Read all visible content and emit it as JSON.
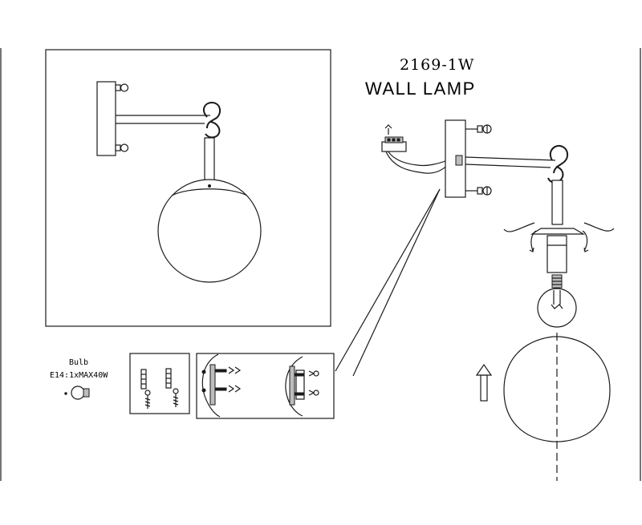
{
  "header": {
    "model": "2169-1W",
    "title": "WALL LAMP"
  },
  "bulb": {
    "label": "Bulb",
    "spec": "E14:1xMAX40W"
  }
}
